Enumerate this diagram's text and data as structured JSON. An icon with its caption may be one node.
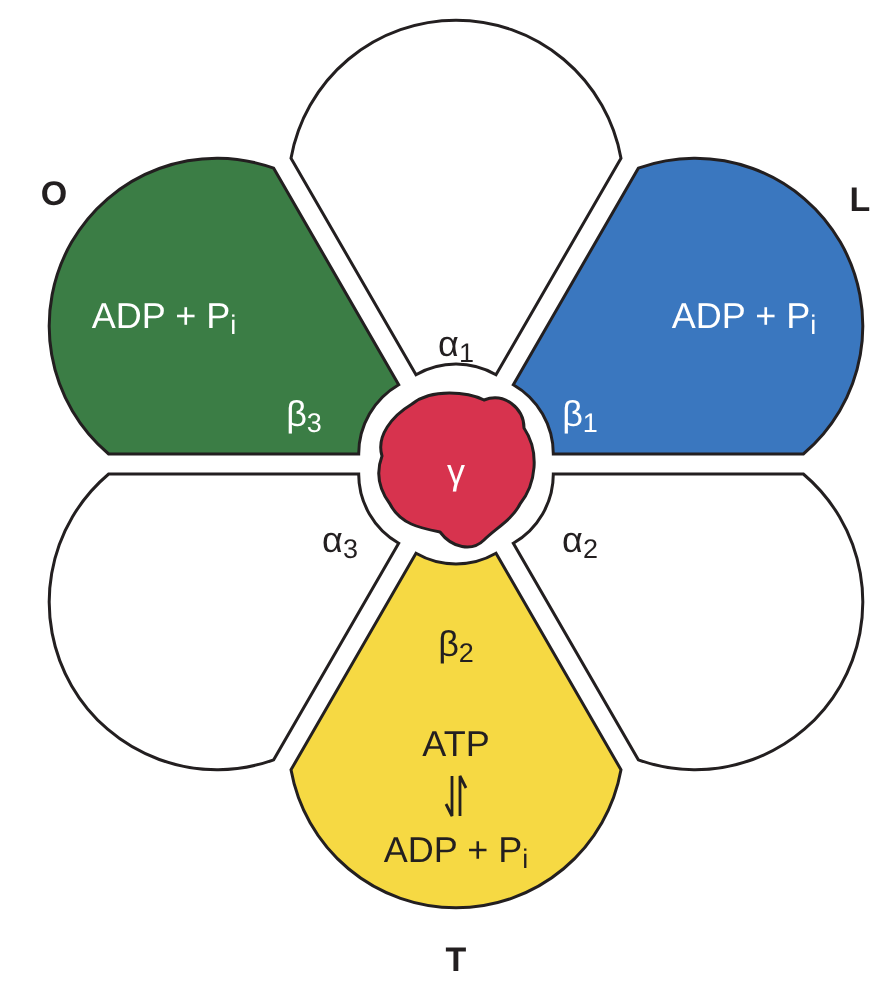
{
  "diagram": {
    "nodes": [
      {
        "text": [
          "α$_{1}$"
        ]
      },
      {
        "text": [
          "ADP + P$_{i}$",
          "β$_{3}$"
        ],
        "beside": [
          "O"
        ]
      },
      {
        "text": [
          "ADP + P$_{i}$",
          "β$_{1}$"
        ],
        "beside": [
          "L"
        ]
      },
      {
        "text": [
          "γ"
        ]
      },
      {
        "text": [
          "α$_{3}$"
        ]
      },
      {
        "text": [
          "α$_{2}$"
        ]
      },
      {
        "text": [
          "β$_{2}$",
          "ATP",
          "ADP + P$_{i}$"
        ],
        "beside": [
          "T"
        ]
      }
    ]
  }
}
